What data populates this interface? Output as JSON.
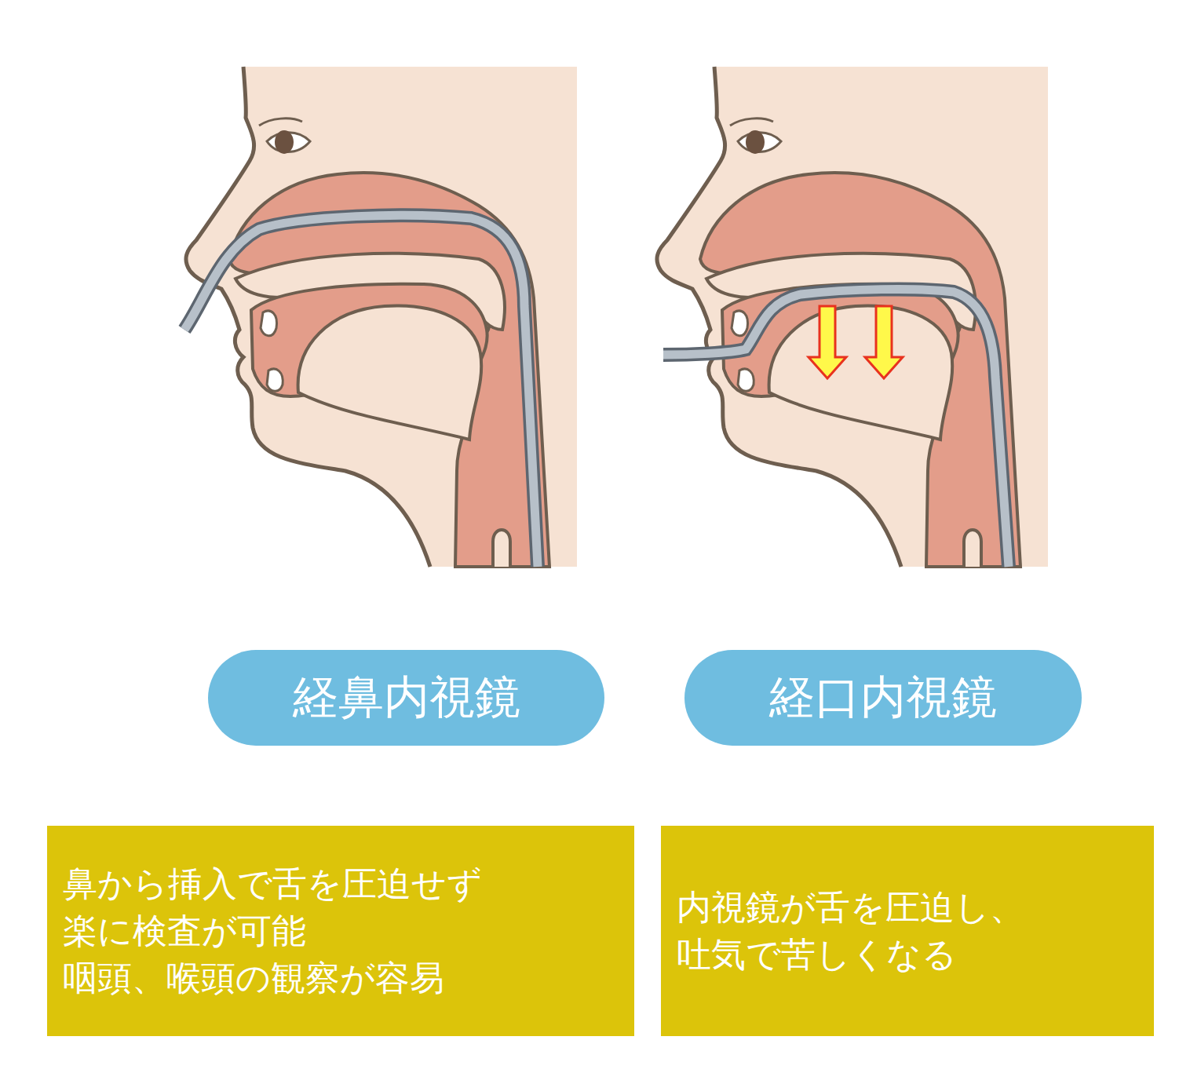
{
  "diagram": {
    "nodes": [
      {
        "text": [
          "経鼻内視鏡"
        ]
      },
      {
        "text": [
          "経口内視鏡"
        ]
      },
      {
        "text": [
          "鼻から挿入で舌を圧迫せず 楽に検査が可能",
          "咽頭、喉頭の観察が容易"
        ]
      },
      {
        "text": [
          "内視鏡が舌を圧迫し、 吐気で苦しくなる"
        ]
      }
    ]
  }
}
